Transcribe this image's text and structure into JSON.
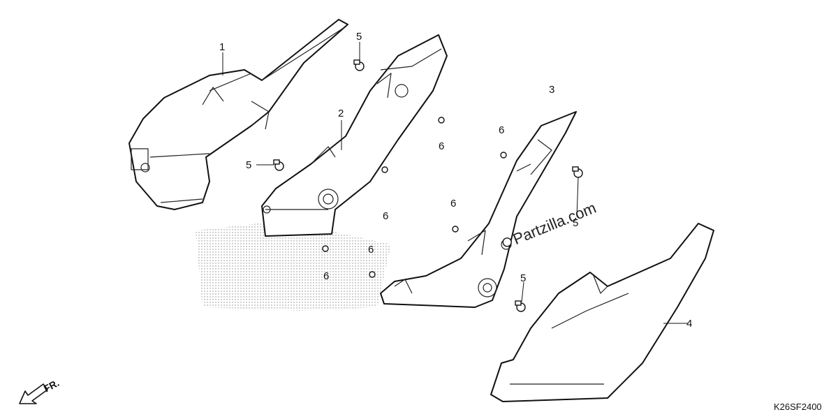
{
  "callouts": [
    {
      "id": "c1",
      "text": "1"
    },
    {
      "id": "c2",
      "text": "2"
    },
    {
      "id": "c3",
      "text": "3"
    },
    {
      "id": "c4",
      "text": "4"
    },
    {
      "id": "c5a",
      "text": "5"
    },
    {
      "id": "c5b",
      "text": "5"
    },
    {
      "id": "c5c",
      "text": "5"
    },
    {
      "id": "c5d",
      "text": "5"
    },
    {
      "id": "c6a",
      "text": "6"
    },
    {
      "id": "c6b",
      "text": "6"
    },
    {
      "id": "c6c",
      "text": "6"
    },
    {
      "id": "c6d",
      "text": "6"
    },
    {
      "id": "c6e",
      "text": "6"
    },
    {
      "id": "c6f",
      "text": "6"
    }
  ],
  "direction_label": "FR.",
  "watermark": "Partzilla.com",
  "diagram_code": "K26SF2400"
}
